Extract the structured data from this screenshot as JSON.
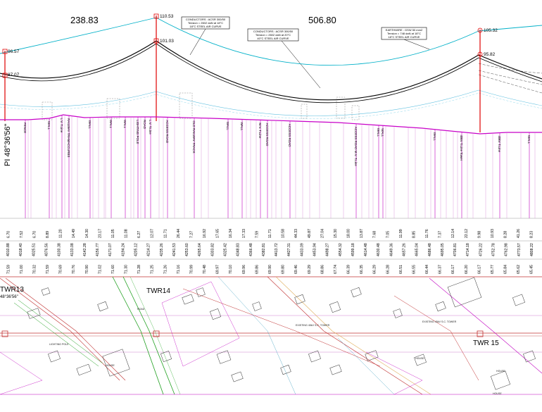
{
  "spans": {
    "left_length": "238.83",
    "right_length": "506.80"
  },
  "elevations": {
    "left_top": "96.57",
    "left_low": "87.07",
    "mid_top": "110.53",
    "mid_low": "101.03",
    "right_top": "105.32",
    "right_low": "95.82"
  },
  "callouts": {
    "c1": [
      "CONDUCTORS : ACSR 300/50",
      "Tension = 2602 daN at 18°C",
      "18°C STEEL AIR CURVE"
    ],
    "c2": [
      "CONDUCTORS : ACSR 300/50",
      "Tension = 2602 daN at 20°C",
      "40°C STEEL AIR CURVE"
    ],
    "c3": [
      "EARTHWIRE : GSW 50 mm2",
      "Tension = 748 daN at 18°C",
      "18°C STEEL AIR CURVE"
    ]
  },
  "pi_label": "PI 48°36'56\"",
  "crossings": [
    "FENCE",
    "WALL",
    "L.V. T.Line",
    "RAILWAY TRAMACCURBS",
    "WALL",
    "WALL",
    "WALL",
    "LIGHTING POLE",
    "ROAD",
    "L.V. T.Line",
    "ACCESS ROAD",
    "OLD RAILWAY TRACK",
    "WALL",
    "WALL",
    "M.V. T.Line",
    "ACCESS ROAD",
    "ACCESS ROAD",
    "ACCESS ROAD M.V. T.Line",
    "WALL",
    "WALL",
    "WALL",
    "45kV T.Line Tower",
    "45kV T.Line",
    "WALL"
  ],
  "table_rows": {
    "row1": [
      "6.70",
      "7.52",
      "6.70",
      "8.89",
      "11.20",
      "14.49",
      "14.30",
      "23.17",
      "11.05",
      "11.08",
      "6.27",
      "12.07",
      "11.71",
      "26.44",
      "7.27",
      "16.92",
      "17.65",
      "16.34",
      "17.33",
      "7.59",
      "11.71",
      "10.58",
      "44.33",
      "49.87",
      "27.04",
      "15.30",
      "18.00",
      "13.87",
      "7.68",
      "7.05",
      "11.99",
      "8.85",
      "11.76",
      "7.37",
      "12.14",
      "22.12",
      "9.98",
      "10.93",
      "8.28",
      "41.26",
      "8.23"
    ],
    "row2": [
      "4010.88",
      "4018.40",
      "4025.51",
      "4076.56",
      "4100.38",
      "4133.08",
      "4142.28",
      "4156.77",
      "4171.07",
      "4194.24",
      "4205.12",
      "4214.27",
      "4235.26",
      "4241.53",
      "4253.60",
      "4265.64",
      "4303.82",
      "4325.42",
      "4348.83",
      "4366.48",
      "4382.81",
      "4413.72",
      "4427.31",
      "4433.09",
      "4453.94",
      "4498.27",
      "4554.32",
      "4599.18",
      "4614.48",
      "4630.48",
      "4649.36",
      "4657.26",
      "4665.04",
      "4686.48",
      "4695.05",
      "4706.81",
      "4714.18",
      "4726.22",
      "4752.78",
      "4762.98",
      "4773.57",
      "4808.22"
    ],
    "row3": [
      "71.59",
      "71.00",
      "70.32",
      "71.59",
      "70.69",
      "70.76",
      "70.90",
      "71.02",
      "71.60",
      "71.30",
      "71.28",
      "71.25",
      "71.26",
      "71.16",
      "70.99",
      "70.48",
      "69.97",
      "70.10",
      "69.96",
      "69.86",
      "69.90",
      "69.80",
      "69.46",
      "69.29",
      "68.86",
      "67.74",
      "66.39",
      "66.35",
      "66.29",
      "66.28",
      "66.51",
      "66.55",
      "66.44",
      "66.37",
      "66.17",
      "66.20",
      "66.17",
      "65.77",
      "65.84",
      "65.62",
      "65.45"
    ]
  },
  "towers": {
    "t13": "TWR13",
    "t13_angle": "48°36'56\"",
    "t14": "TWR14",
    "t15": "TWR 15"
  },
  "map_labels": [
    "EXISTING 45kV S.C. TOWER",
    "EXISTING 45kV S.C. TOWER",
    "LIGHTING POLE",
    "ROAD",
    "HOUSE",
    "HOUSE",
    "HOUSE",
    "HOUSE"
  ],
  "colors": {
    "ground": "#c800c8",
    "conductor": "#000000",
    "hot_curve": "#00b0c8",
    "tower": "#e00000",
    "clearance": "#60c0e0",
    "map_road_green": "#20a020",
    "map_road_red": "#c03030"
  }
}
